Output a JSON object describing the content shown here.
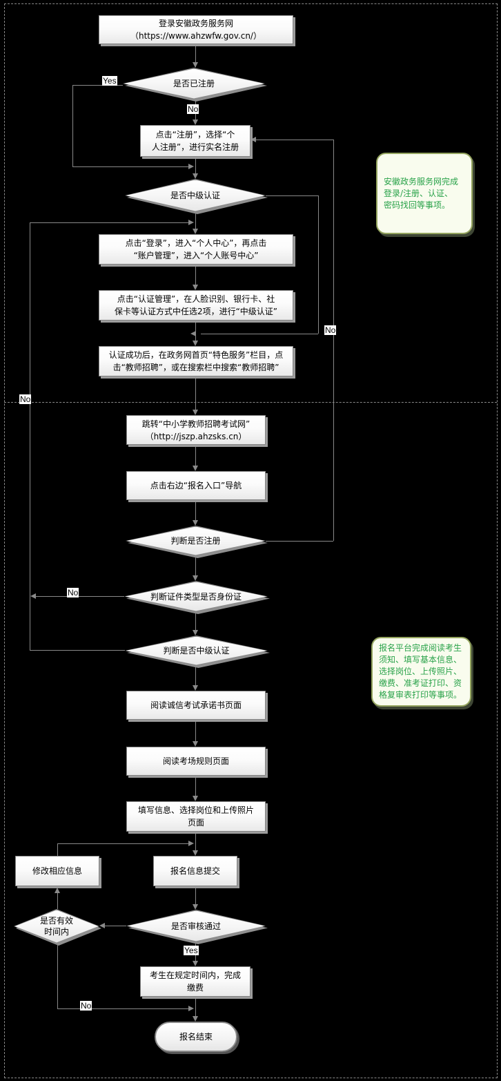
{
  "colors": {
    "background": "#000000",
    "line": "#8a8a8a",
    "node_border": "#848484",
    "node_fill_top": "#ffffff",
    "node_fill_bottom": "#e9e9e9",
    "callout_bg": "#f9fcee",
    "callout_border": "#94a45e",
    "callout_text": "#29a249"
  },
  "diagram": {
    "nodes": {
      "start": {
        "text": "登录安徽政务服务网\n（https://www.ahzwfw.gov.cn/）"
      },
      "check_registered": {
        "text": "是否已注册"
      },
      "register": {
        "text": "点击“注册”，选择“个\n人注册”，进行实名注册"
      },
      "check_midauth": {
        "text": "是否中级认证"
      },
      "login": {
        "text": "点击“登录”，进入“个人中心”，再点击\n“账户管理”，进入“个人账号中心”"
      },
      "auth_manage": {
        "text": "点击“认证管理”，在人脸识别、银行卡、社\n保卡等认证方式中任选2项，进行“中级认证”"
      },
      "auth_success": {
        "text": "认证成功后，在政务网首页“特色服务”栏目，点\n击“教师招聘”，或在搜索栏中搜索“教师招聘”"
      },
      "jump_site": {
        "text": "跳转“中小学教师招聘考试网”\n（http://jszp.ahzsks.cn）"
      },
      "entry_nav": {
        "text": "点击右边“报名入口”导航"
      },
      "check_registered2": {
        "text": "判断是否注册"
      },
      "check_idcard": {
        "text": "判断证件类型是否身份证"
      },
      "check_midauth2": {
        "text": "判断是否中级认证"
      },
      "read_commitment": {
        "text": "阅读诚信考试承诺书页面"
      },
      "read_rules": {
        "text": "阅读考场规则页面"
      },
      "fill_info": {
        "text": "填写信息、选择岗位和上传照片\n页面"
      },
      "modify_info": {
        "text": "修改相应信息"
      },
      "submit_info": {
        "text": "报名信息提交"
      },
      "check_review": {
        "text": "是否审核通过"
      },
      "check_validtime": {
        "text": "是否有效\n时间内"
      },
      "pay_fee": {
        "text": "考生在规定时间内，完成\n缴费"
      },
      "end": {
        "text": "报名结束"
      }
    },
    "labels": {
      "yes_registered": "Yes",
      "no_registered": "No",
      "no_reg2": "No",
      "no_midauth2": "No",
      "no_idcard": "No",
      "yes_review": "Yes",
      "no_validtime": "No"
    },
    "callouts": {
      "gov_note": {
        "text": "安徽政务服务网完成\n登录/注册、认证、\n密码找回等事项。"
      },
      "platform_note": {
        "text": "报名平台完成阅读考生\n须知、填写基本信息、\n选择岗位、上传照片、\n缴费、准考证打印、资\n格复审表打印等事项。"
      }
    }
  }
}
